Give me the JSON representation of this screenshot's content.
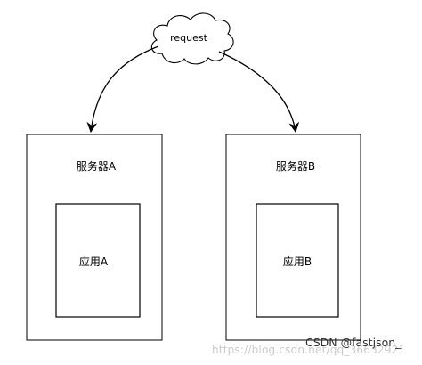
{
  "cloud": {
    "label": "request"
  },
  "servers": [
    {
      "label": "服务器A",
      "app_label": "应用A"
    },
    {
      "label": "服务器B",
      "app_label": "应用B"
    }
  ],
  "watermark": {
    "url": "https://blog.csdn.net/qq_36632921"
  },
  "credit": {
    "text": "CSDN @fastjson_"
  },
  "colors": {
    "stroke": "#000000",
    "background": "#ffffff",
    "watermark": "#b9b9b9"
  }
}
